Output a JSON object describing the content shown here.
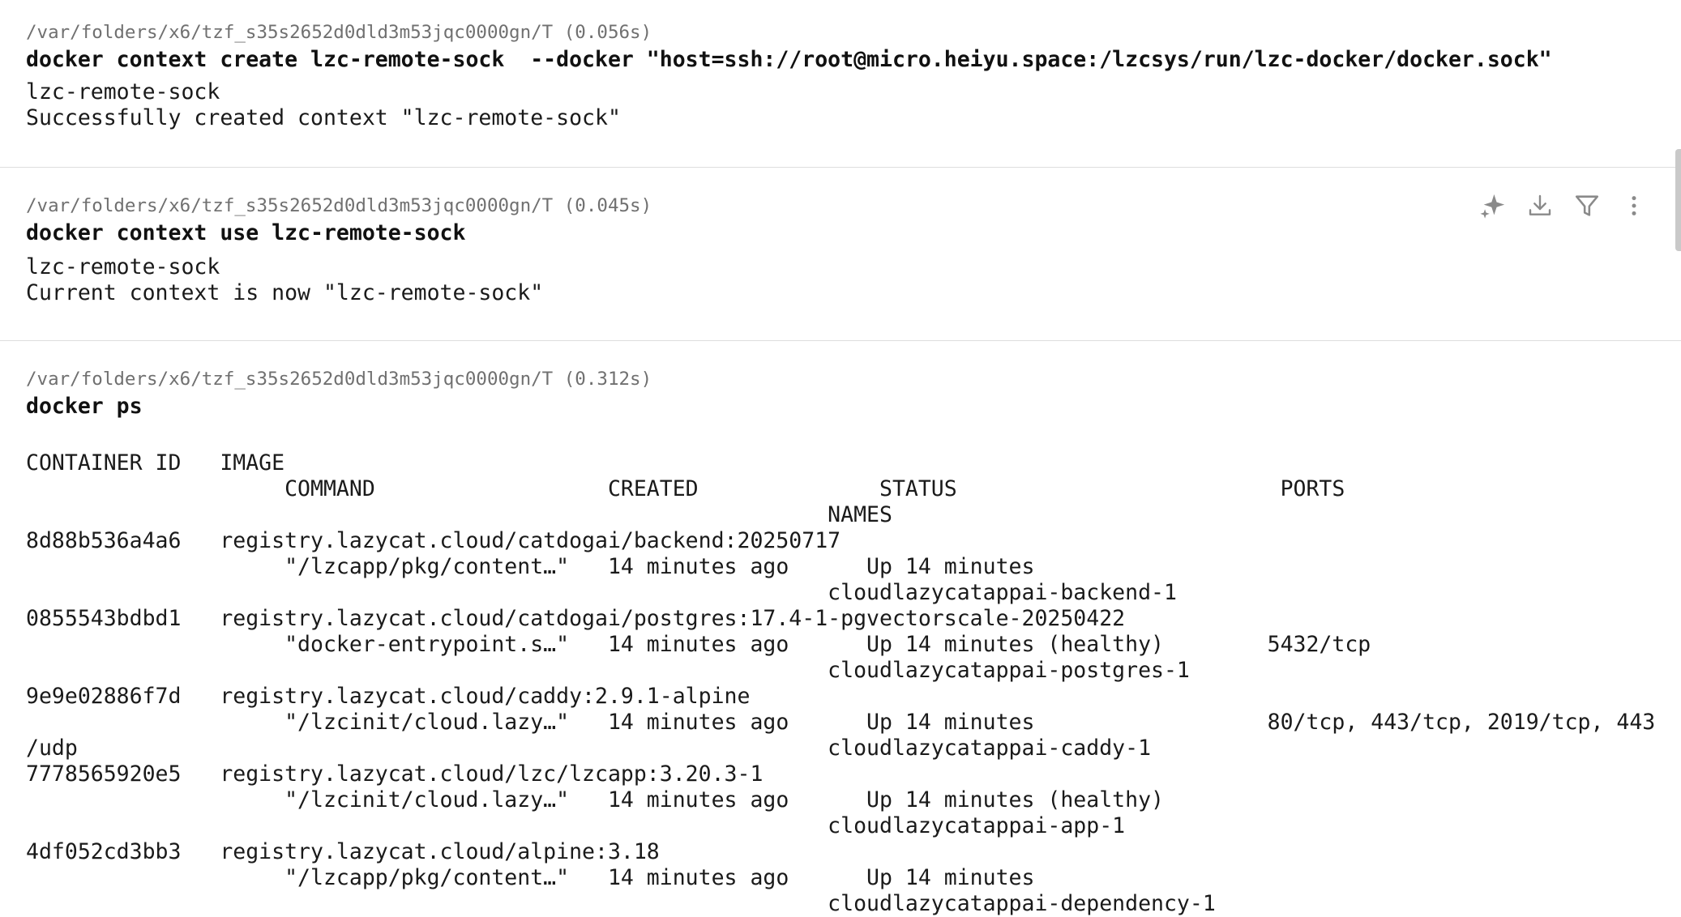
{
  "blocks": [
    {
      "meta": "/var/folders/x6/tzf_s35s2652d0dld3m53jqc0000gn/T (0.056s)",
      "command": "docker context create lzc-remote-sock  --docker \"host=ssh://root@micro.heiyu.space:/lzcsys/run/lzc-docker/docker.sock\"",
      "output": "lzc-remote-sock\nSuccessfully created context \"lzc-remote-sock\""
    },
    {
      "meta": "/var/folders/x6/tzf_s35s2652d0dld3m53jqc0000gn/T (0.045s)",
      "command": "docker context use lzc-remote-sock",
      "output": "lzc-remote-sock\nCurrent context is now \"lzc-remote-sock\""
    },
    {
      "meta": "/var/folders/x6/tzf_s35s2652d0dld3m53jqc0000gn/T (0.312s)",
      "command": "docker ps",
      "output": "\nCONTAINER ID   IMAGE\n                    COMMAND                  CREATED              STATUS                         PORTS\n                                                              NAMES\n8d88b536a4a6   registry.lazycat.cloud/catdogai/backend:20250717\n                    \"/lzcapp/pkg/content…\"   14 minutes ago      Up 14 minutes\n                                                              cloudlazycatappai-backend-1\n0855543bdbd1   registry.lazycat.cloud/catdogai/postgres:17.4-1-pgvectorscale-20250422\n                    \"docker-entrypoint.s…\"   14 minutes ago      Up 14 minutes (healthy)        5432/tcp\n                                                              cloudlazycatappai-postgres-1\n9e9e02886f7d   registry.lazycat.cloud/caddy:2.9.1-alpine\n                    \"/lzcinit/cloud.lazy…\"   14 minutes ago      Up 14 minutes                  80/tcp, 443/tcp, 2019/tcp, 443\n/udp                                                          cloudlazycatappai-caddy-1\n7778565920e5   registry.lazycat.cloud/lzc/lzcapp:3.20.3-1\n                    \"/lzcinit/cloud.lazy…\"   14 minutes ago      Up 14 minutes (healthy)\n                                                              cloudlazycatappai-app-1\n4df052cd3bb3   registry.lazycat.cloud/alpine:3.18\n                    \"/lzcapp/pkg/content…\"   14 minutes ago      Up 14 minutes\n                                                              cloudlazycatappai-dependency-1"
    }
  ],
  "toolbar": {
    "icons": [
      "ai-sparkle-icon",
      "download-icon",
      "filter-icon",
      "more-vertical-icon"
    ],
    "icon_color": "#8a8a8a"
  }
}
